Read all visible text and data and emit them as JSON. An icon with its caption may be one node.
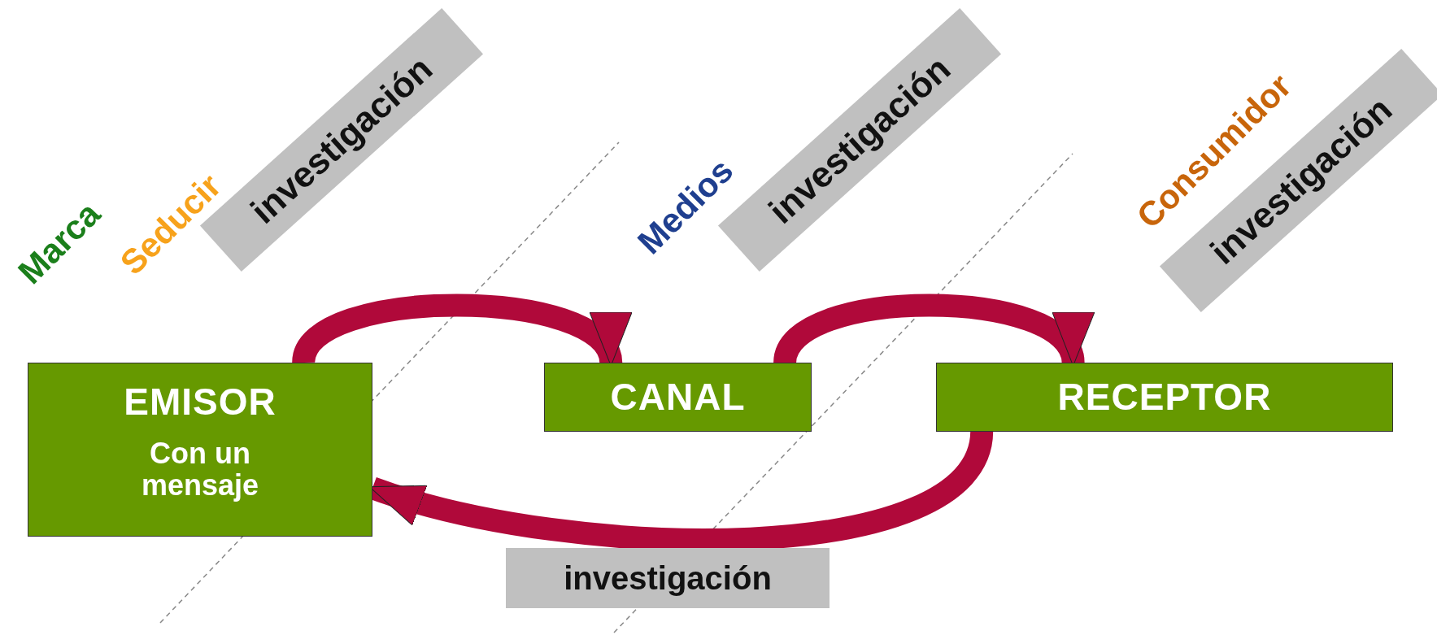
{
  "diagram": {
    "nodes": [
      {
        "text": [
          "EMISOR",
          "Con un mensaje"
        ]
      },
      {
        "text": [
          "CANAL"
        ]
      },
      {
        "text": [
          "RECEPTOR"
        ]
      },
      {
        "text": [
          "investigación"
        ]
      },
      {
        "text": [
          "investigación"
        ]
      },
      {
        "text": [
          "investigación"
        ]
      },
      {
        "text": [
          "investigación"
        ]
      }
    ],
    "edges": [
      {
        "from": 0,
        "to": 1,
        "arrow": "to"
      },
      {
        "from": 1,
        "to": 2,
        "arrow": "to"
      },
      {
        "from": 2,
        "to": 0,
        "arrow": "to"
      }
    ],
    "labels": [
      "Marca",
      "Seducir",
      "Medios",
      "Consumidor"
    ]
  }
}
